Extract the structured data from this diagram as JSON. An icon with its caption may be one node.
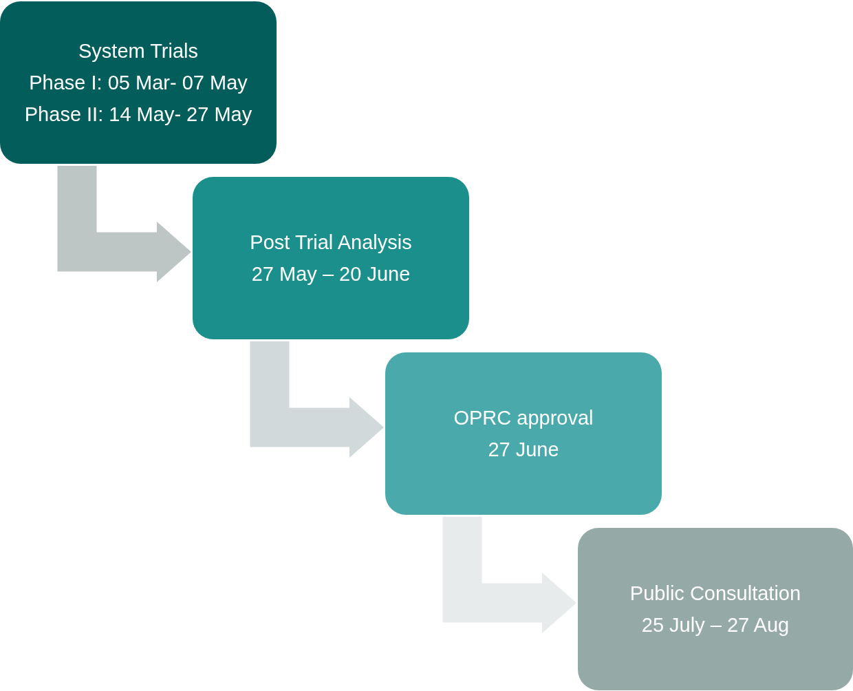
{
  "diagram": {
    "nodes": [
      {
        "text": [
          "System Trials",
          "Phase I: 05 Mar- 07 May",
          "Phase II: 14 May- 27 May"
        ]
      },
      {
        "text": [
          "Post Trial Analysis",
          "27 May – 20 June"
        ]
      },
      {
        "text": [
          "OPRC approval",
          "27 June"
        ]
      },
      {
        "text": [
          "Public Consultation",
          "25 July – 27 Aug"
        ]
      }
    ],
    "edges": [
      {
        "from": 0,
        "to": 1,
        "arrow": "to",
        "color": "#bdc6c5"
      },
      {
        "from": 1,
        "to": 2,
        "arrow": "to",
        "color": "#d1d9da"
      },
      {
        "from": 2,
        "to": 3,
        "arrow": "to",
        "color": "#e7ebeb"
      }
    ]
  }
}
